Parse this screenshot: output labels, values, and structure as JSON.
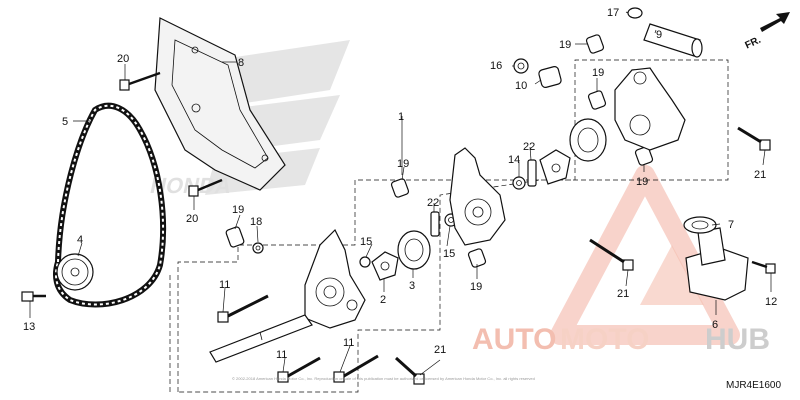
{
  "diagram": {
    "callouts": {
      "c1": "1",
      "c2": "2",
      "c3": "3",
      "c4": "4",
      "c5": "5",
      "c6": "6",
      "c7": "7",
      "c8": "8",
      "c9": "9",
      "c10": "10",
      "c11a": "11",
      "c11b": "11",
      "c11c": "11",
      "c12": "12",
      "c13": "13",
      "c14": "14",
      "c15a": "15",
      "c15b": "15",
      "c16": "16",
      "c17": "17",
      "c18": "18",
      "c19a": "19",
      "c19b": "19",
      "c19c": "19",
      "c19d": "19",
      "c19e": "19",
      "c19f": "19",
      "c20a": "20",
      "c20b": "20",
      "c21a": "21",
      "c21b": "21",
      "c21c": "21",
      "c22a": "22",
      "c22b": "22"
    },
    "direction_label": "FR.",
    "drawing_code": "MJR4E1600",
    "copyright_line": "© 2002-2018 American Honda Motor Co., Inc. Reproduction or sale of this publication must be authorized or licensed by American Honda Motor Co., Inc. all rights reserved",
    "honda_watermark": "HONDA"
  },
  "watermark": {
    "part1": "AUTO",
    "part2": "MOTO",
    "part3": "HUB",
    "color_primary": "#f2b8a8",
    "color_secondary": "#f6cdbf",
    "color_tertiary": "#d9d9d9"
  }
}
